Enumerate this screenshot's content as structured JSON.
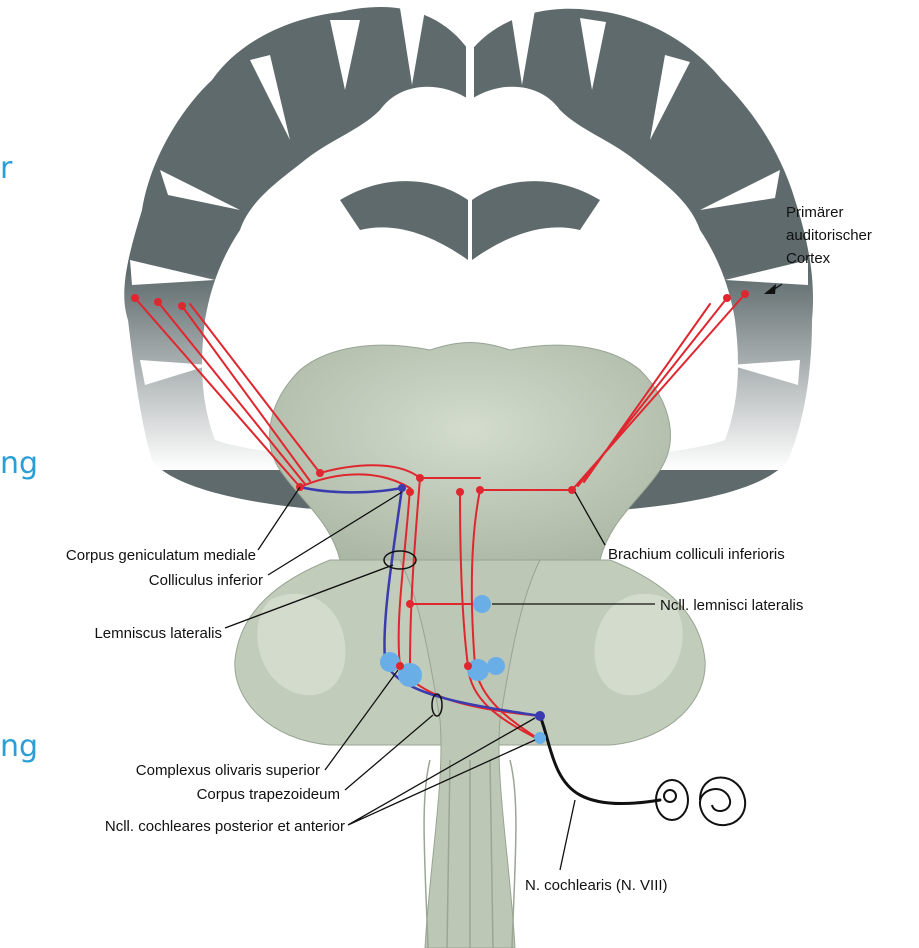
{
  "slide_fragments": [
    "r",
    "ng",
    "ng"
  ],
  "labels": {
    "primary_cortex": [
      "Primärer",
      "auditorischer",
      "Cortex"
    ],
    "corpus_geniculatum": "Corpus geniculatum mediale",
    "colliculus_inferior": "Colliculus inferior",
    "lemniscus_lateralis": "Lemniscus lateralis",
    "complexus_olivaris": "Complexus olivaris superior",
    "corpus_trapezoideum": "Corpus trapezoideum",
    "ncll_cochleares": "Ncll. cochleares posterior et anterior",
    "brachium": "Brachium colliculi inferioris",
    "ncll_lemnisci": "Ncll. lemnisci lateralis",
    "n_cochlearis": "N. cochlearis (N. VIII)"
  },
  "colors": {
    "cortex_gray": "#5e6a6c",
    "white_matter": "#ffffff",
    "brainstem": "#c7d1c1",
    "pathway_red": "#e0262e",
    "pathway_blue": "#3b3bb0",
    "nucleus_blue": "#6aaee8",
    "slide_text": "#2a9fd6",
    "label_text": "#111111"
  }
}
